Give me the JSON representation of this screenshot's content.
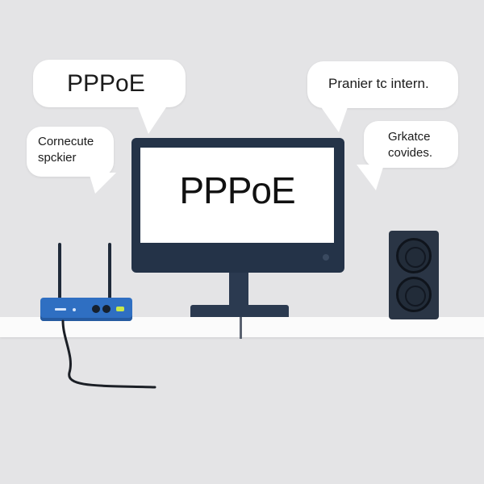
{
  "bubbles": {
    "top_left": "PPPoE",
    "mid_left": "Cornecute\nspckier",
    "top_right": "Pranier tc intern.",
    "mid_right": "Grkatce\ncovides."
  },
  "monitor": {
    "screen_text": "PPPoE"
  },
  "icons": {
    "router": "wifi-router-icon",
    "monitor": "desktop-monitor-icon",
    "speaker": "speaker-icon",
    "cable": "ethernet-cable-icon"
  },
  "colors": {
    "background": "#e4e4e6",
    "monitor": "#243348",
    "router": "#2f6fc2",
    "speaker": "#2a3545",
    "router_light": "#c8e84a"
  }
}
